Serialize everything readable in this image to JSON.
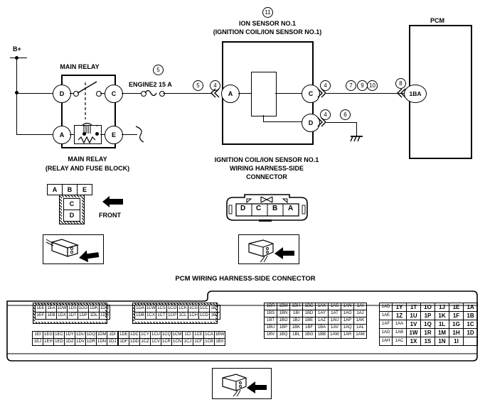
{
  "diagram": {
    "title": "Ignition Coil / Ion Sensor No.1 wiring diagram",
    "battery_label": "B+",
    "main_relay_label": "MAIN RELAY",
    "main_relay_caption_line1": "MAIN RELAY",
    "main_relay_caption_line2": "(RELAY AND FUSE BLOCK)",
    "fuse_label": "ENGINE2 15 A",
    "ion_sensor_circle_num": "11",
    "ion_sensor_title_line1": "ION SENSOR NO.1",
    "ion_sensor_title_line2": "(IGNITION COIL/ION SENSOR NO.1)",
    "ion_sensor_caption_line1": "IGNITION COIL/ION SENSOR NO.1",
    "ion_sensor_caption_line2": "WIRING HARNESS-SIDE",
    "ion_sensor_caption_line3": "CONNECTOR",
    "pcm_label": "PCM",
    "pcm_pin_label": "1BA",
    "front_label": "FRONT",
    "pcm_connector_title": "PCM WIRING HARNESS-SIDE CONNECTOR",
    "relay_terminals": [
      "D",
      "C",
      "A",
      "E"
    ],
    "ion_sensor_terminals": [
      "A",
      "C",
      "D"
    ],
    "circle_numbers": {
      "fuse_upper": "5",
      "fuse_right": "5",
      "sensor_in": "4",
      "sensor_out_c": "4",
      "sensor_out_d": "4",
      "ground": "6",
      "wire_7": "7",
      "wire_9": "9",
      "wire_10": "10",
      "pcm_in": "8",
      "sensor_id": "11"
    }
  },
  "relay_connector": {
    "top_row": [
      "A",
      "B",
      "E"
    ],
    "lower_rows": [
      "C",
      "D"
    ]
  },
  "ion_connector": {
    "pins": [
      "D",
      "C",
      "B",
      "A"
    ]
  },
  "pcm_connector": {
    "block1": {
      "rows": [
        [
          "1EE",
          "1EA",
          "1DW",
          "1DS",
          "1DO",
          "1DK",
          "1DG"
        ],
        [
          "1EF",
          "1EB",
          "1DX",
          "1DT",
          "1DP",
          "1DL",
          "1DH"
        ]
      ]
    },
    "block2": {
      "rows": [
        [
          "1EI",
          "1EG",
          "1EC",
          "1DY",
          "1DU",
          "1DQ",
          "1DM",
          "1DI"
        ],
        [
          "1EJ",
          "1EH",
          "1ED",
          "1DZ",
          "1DV",
          "1DR",
          "1DN",
          "1DJ"
        ]
      ]
    },
    "block3": {
      "rows": [
        [
          "1DA",
          "1CW",
          "1CS",
          "1CO",
          "1CK",
          "1CG",
          "1CC",
          "1BY"
        ],
        [
          "1DB",
          "1CX",
          "1CT",
          "1CP",
          "1CL",
          "1CH",
          "1CD",
          "1BZ"
        ]
      ]
    },
    "block4": {
      "rows": [
        [
          "1DE",
          "1DC",
          "1CY",
          "1CU",
          "1CQ",
          "1CM",
          "1CI",
          "1CE",
          "1CA",
          "1BW"
        ],
        [
          "1DF",
          "1DD",
          "1CZ",
          "1CV",
          "1CR",
          "1CN",
          "1CJ",
          "1CF",
          "1CB",
          "1BX"
        ]
      ]
    },
    "block5": {
      "rows": [
        [
          "1BR",
          "1BM",
          "1BH",
          "1BC",
          "1AX",
          "1AS",
          "1AN",
          "1AI"
        ],
        [
          "1BS",
          "1BN",
          "1BI",
          "1BD",
          "1AY",
          "1AT",
          "1AO",
          "1AJ"
        ],
        [
          "1BT",
          "1BO",
          "1BJ",
          "1BE",
          "1AZ",
          "1AU",
          "1AP",
          "1AK"
        ],
        [
          "1BU",
          "1BP",
          "1BK",
          "1BF",
          "1BA",
          "1AV",
          "1AQ",
          "1AL"
        ],
        [
          "1BV",
          "1BQ",
          "1BL",
          "1BG",
          "1BB",
          "1AW",
          "1AR",
          "1AM"
        ]
      ]
    },
    "block6": {
      "rows": [
        [
          "1AD",
          "1Y",
          "1T",
          "1O",
          "1J",
          "1E",
          "1A"
        ],
        [
          "1AE",
          "1Z",
          "1U",
          "1P",
          "1K",
          "1F",
          "1B"
        ],
        [
          "1AF",
          "1AA",
          "1V",
          "1Q",
          "1L",
          "1G",
          "1C"
        ],
        [
          "1AG",
          "1AB",
          "1W",
          "1R",
          "1M",
          "1H",
          "1D"
        ],
        [
          "1AH",
          "1AC",
          "1X",
          "1S",
          "1N",
          "1I",
          ""
        ]
      ]
    }
  }
}
